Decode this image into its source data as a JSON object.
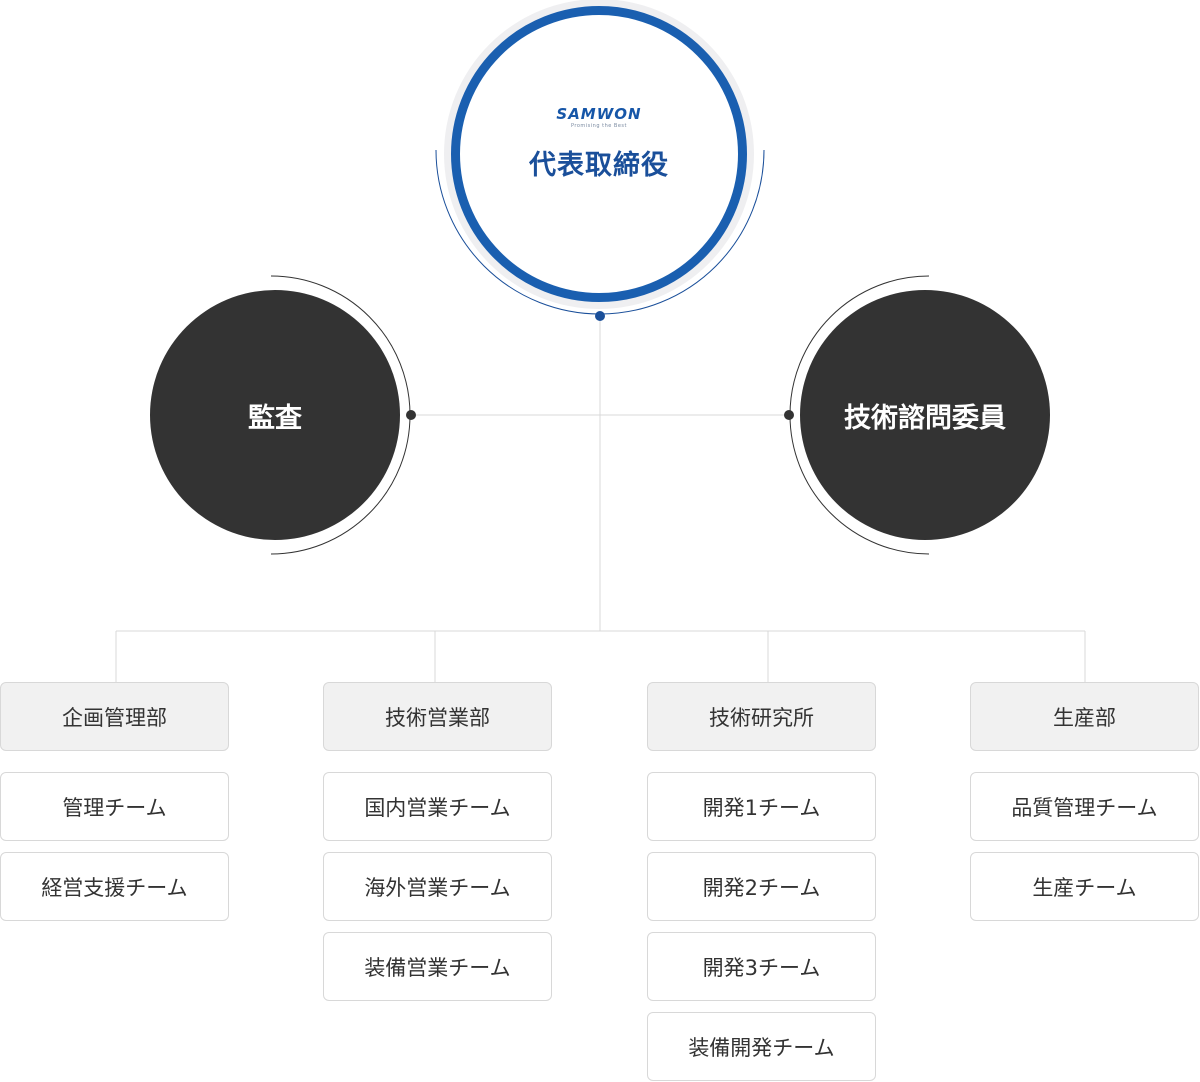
{
  "ceo": {
    "logo": "SAMWON",
    "logo_tagline": "Promising the Best",
    "title": "代表取締役"
  },
  "audit": {
    "title": "監査"
  },
  "advisory": {
    "title": "技術諮問委員"
  },
  "departments": [
    {
      "name": "企画管理部",
      "teams": [
        "管理チーム",
        "経営支援チーム"
      ]
    },
    {
      "name": "技術営業部",
      "teams": [
        "国内営業チーム",
        "海外営業チーム",
        "装備営業チーム"
      ]
    },
    {
      "name": "技術研究所",
      "teams": [
        "開発1チーム",
        "開発2チーム",
        "開発3チーム",
        "装備開発チーム"
      ]
    },
    {
      "name": "生産部",
      "teams": [
        "品質管理チーム",
        "生産チーム"
      ]
    }
  ],
  "colors": {
    "brand_blue": "#1a5fb0",
    "dark_node": "#333333",
    "line": "#d9d9d9",
    "head_bg": "#f1f1f1"
  }
}
